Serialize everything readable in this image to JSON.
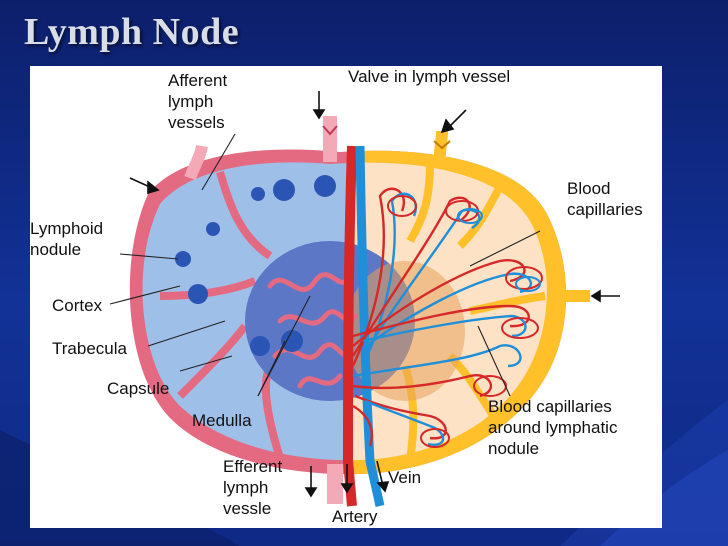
{
  "slide": {
    "title": "Lymph Node"
  },
  "diagram": {
    "labels": {
      "afferent": "Afferent\nlymph\nvessels",
      "valve": "Valve in lymph vessel",
      "blood_capillaries": "Blood\ncapillaries",
      "lymphoid_nodule": "Lymphoid\nnodule",
      "cortex": "Cortex",
      "trabecula": "Trabecula",
      "capsule": "Capsule",
      "medulla": "Medulla",
      "capillaries_nodule": "Blood capillaries\naround lymphatic\nnodule",
      "efferent": "Efferent\nlymph\nvessle",
      "vein": "Vein",
      "artery": "Artery"
    },
    "colors": {
      "capsule": "#e46a82",
      "lymph_fill": "#9ec0e8",
      "medulla": "#5b77c6",
      "nodule": "#2a55b5",
      "yellow": "#ffc02a",
      "cream": "#fde2c6",
      "artery": "#d62828",
      "vein": "#1e8fd8",
      "vessel": "#f4a9b7"
    }
  }
}
